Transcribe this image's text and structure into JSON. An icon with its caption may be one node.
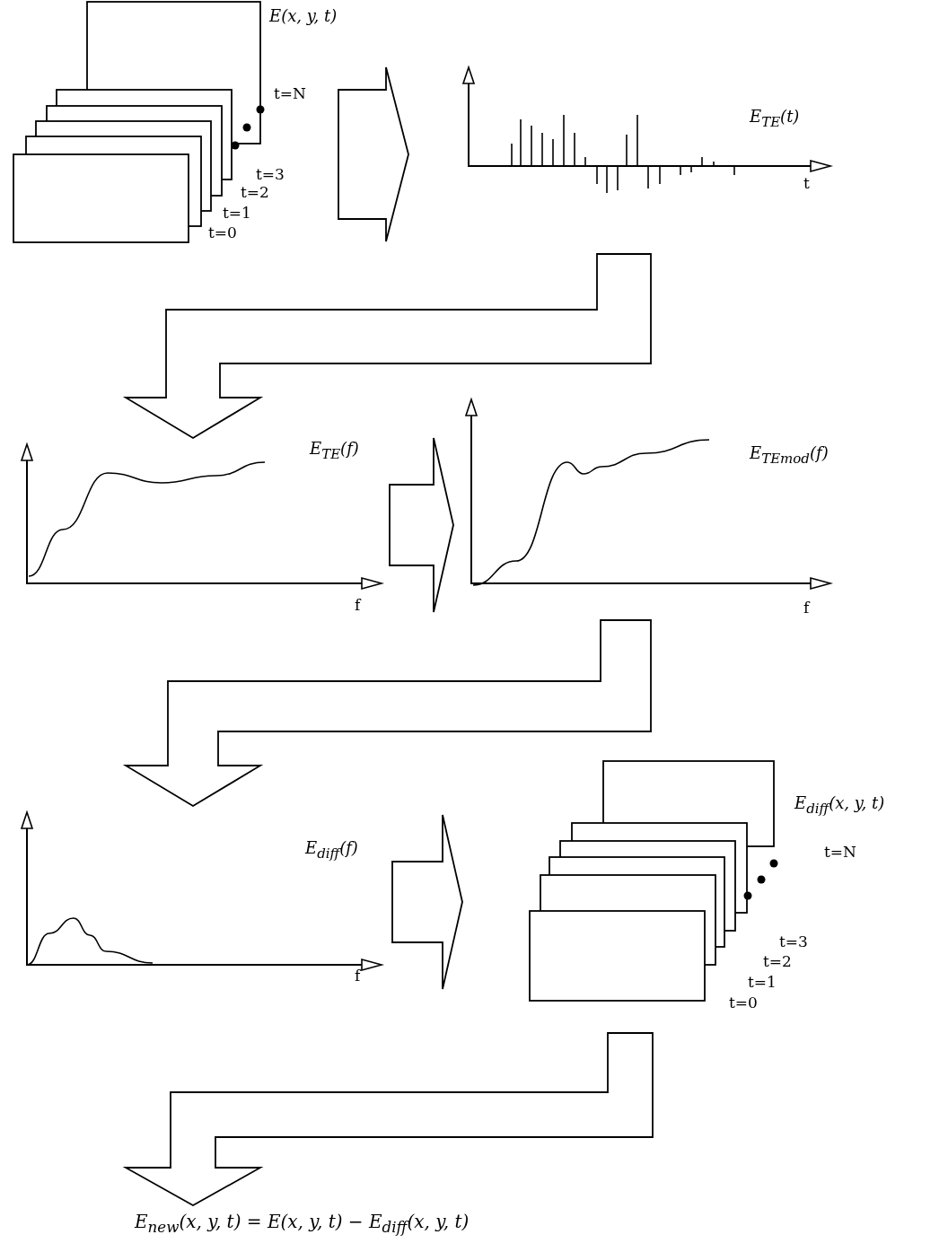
{
  "diagram": {
    "nodes": [
      {
        "text": [
          "E(x, y, t)",
          "t=N",
          "t=3",
          "t=2",
          "t=1",
          "t=0"
        ]
      },
      {
        "text": [
          "E$_{TE}$(t)",
          "t"
        ]
      },
      {
        "text": [
          "E$_{TE}$(f)",
          "f"
        ]
      },
      {
        "text": [
          "E$_{TEmod}$(f)",
          "f"
        ]
      },
      {
        "text": [
          "E$_{diff}$(f)",
          "f"
        ]
      },
      {
        "text": [
          "E$_{diff}$(x, y, t)",
          "t=N",
          "t=3",
          "t=2",
          "t=1",
          "t=0"
        ]
      },
      {
        "text": [
          "E$_{new}$(x, y, t) = E(x, y, t) − E$_{diff}$(x, y, t)"
        ]
      }
    ],
    "edges": [
      {
        "from": 0,
        "to": 1,
        "arrow": "to"
      },
      {
        "from": 1,
        "to": 2,
        "arrow": "to"
      },
      {
        "from": 2,
        "to": 3,
        "arrow": "to"
      },
      {
        "from": 3,
        "to": 4,
        "arrow": "to"
      },
      {
        "from": 4,
        "to": 5,
        "arrow": "to"
      },
      {
        "from": 5,
        "to": 6,
        "arrow": "to"
      }
    ]
  }
}
